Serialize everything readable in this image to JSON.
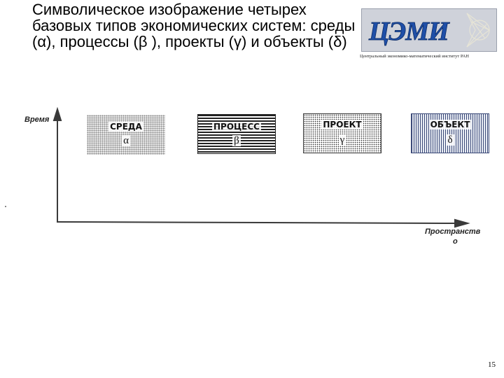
{
  "slide": {
    "title": "Символическое изображение четырех базовых типов экономических систем: среды (α),  процессы (β ), проекты (γ) и объекты (δ)",
    "page_number": "15"
  },
  "logo": {
    "text": "ЦЭМИ",
    "subtitle": "Центральный экономико-математический институт РАН",
    "colors": {
      "background": "#cfd2da",
      "text": "#1f4fa8",
      "accent": "#e9e6d6"
    }
  },
  "diagram": {
    "y_axis_label": "Время",
    "x_axis_label_line1": "Пространств",
    "x_axis_label_line2": "о",
    "boxes": [
      {
        "label": "СРЕДА",
        "symbol": "α",
        "pattern": "dotted-gray"
      },
      {
        "label": "ПРОЦЕСС",
        "symbol": "β",
        "pattern": "horizontal-stripes"
      },
      {
        "label": "ПРОЕКТ",
        "symbol": "γ",
        "pattern": "dense-dots"
      },
      {
        "label": "ОБЪЕКТ",
        "symbol": "δ",
        "pattern": "vertical-stripes"
      }
    ]
  }
}
